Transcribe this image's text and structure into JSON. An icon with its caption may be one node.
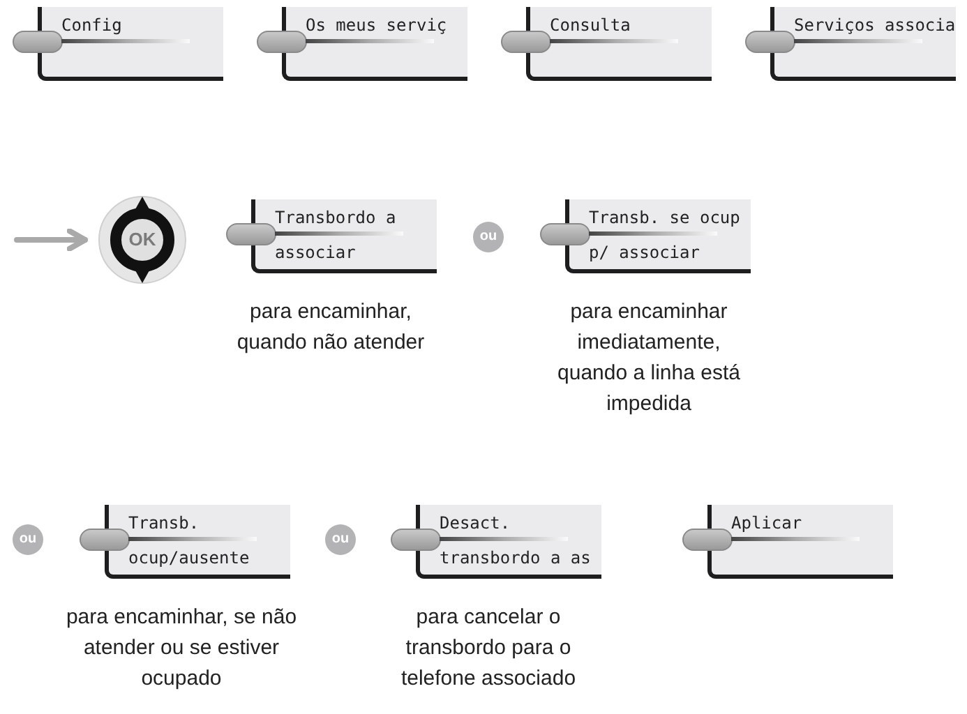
{
  "diagram": {
    "nodes": [
      {
        "text": [
          "Config"
        ]
      },
      {
        "text": [
          "Os meus serviç"
        ]
      },
      {
        "text": [
          "Consulta"
        ]
      },
      {
        "text": [
          "Serviços associa"
        ]
      },
      {
        "text": [
          "OK"
        ]
      },
      {
        "text": [
          "Transbordo a associar"
        ],
        "beside": [
          "para encaminhar, quando não atender"
        ]
      },
      {
        "text": [
          "Transb. se ocup p/ associar"
        ],
        "beside": [
          "para encaminhar imediatamente, quando a linha está impedida"
        ]
      },
      {
        "text": [
          "Transb. ocup/ausente"
        ],
        "beside": [
          "para encaminhar, se não atender ou se estiver ocupado"
        ]
      },
      {
        "text": [
          "Desact. transbordo a as"
        ],
        "beside": [
          "para cancelar o transbordo para o telefone associado"
        ]
      },
      {
        "text": [
          "Aplicar"
        ]
      }
    ],
    "edges": [
      {
        "from": null,
        "to": 4,
        "arrow": "to"
      }
    ],
    "labels": [
      "ou",
      "ou",
      "ou"
    ]
  }
}
